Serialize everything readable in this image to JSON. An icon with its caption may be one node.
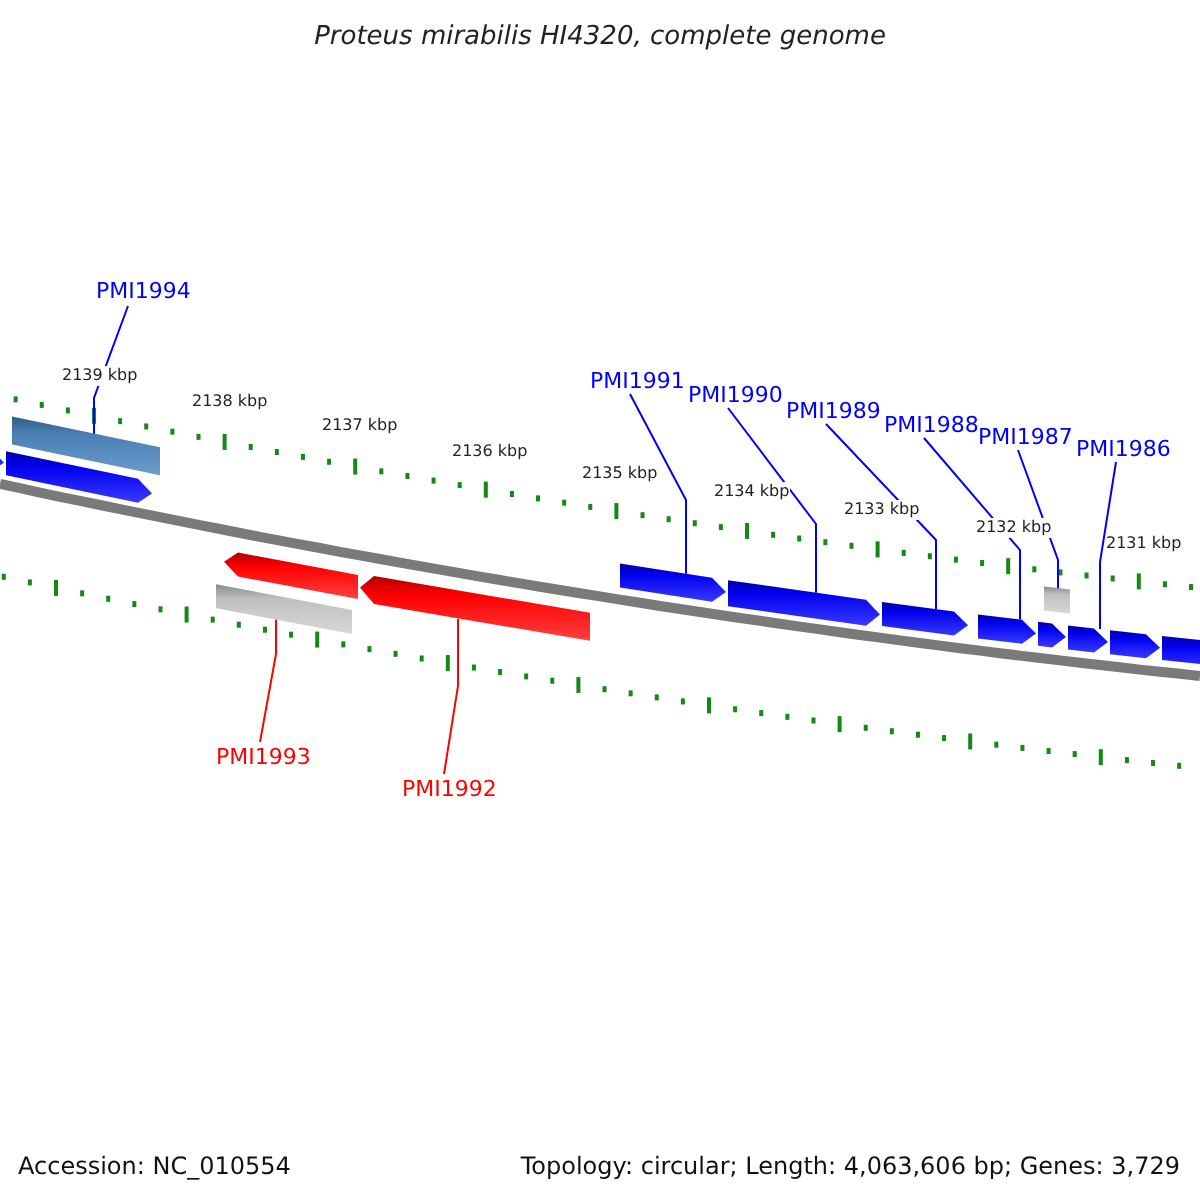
{
  "diagram": {
    "title": "Proteus mirabilis HI4320, complete genome",
    "nodes": [
      {
        "text": [
          "PMI1994"
        ]
      },
      {
        "text": [
          "PMI1993"
        ]
      },
      {
        "text": [
          "PMI1992"
        ]
      },
      {
        "text": [
          "PMI1991"
        ]
      },
      {
        "text": [
          "PMI1990"
        ]
      },
      {
        "text": [
          "PMI1989"
        ]
      },
      {
        "text": [
          "PMI1988"
        ]
      },
      {
        "text": [
          "PMI1987"
        ]
      },
      {
        "text": [
          "PMI1986"
        ]
      },
      {
        "text": [],
        "shape": "bar"
      },
      {
        "text": [],
        "shape": "arrow"
      },
      {
        "text": [],
        "shape": "arrow"
      },
      {
        "text": [],
        "shape": "bar"
      },
      {
        "text": [],
        "shape": "arrow"
      },
      {
        "text": [],
        "shape": "arrow"
      },
      {
        "text": [],
        "shape": "arrow"
      },
      {
        "text": [],
        "shape": "arrow"
      },
      {
        "text": [],
        "shape": "arrow"
      },
      {
        "text": [],
        "shape": "arrow"
      },
      {
        "text": [],
        "shape": "arrow"
      },
      {
        "text": [],
        "shape": "bar"
      },
      {
        "text": [],
        "shape": "arrow"
      },
      {
        "text": [],
        "shape": "arrow"
      },
      {
        "text": [],
        "shape": "arrow"
      }
    ],
    "edges": [
      {
        "from": 0,
        "to": 9,
        "arrow": "none"
      },
      {
        "from": 1,
        "to": 12,
        "arrow": "none",
        "color": "#ff0000"
      },
      {
        "from": 2,
        "to": 14,
        "arrow": "none",
        "color": "#ff0000"
      },
      {
        "from": 3,
        "to": 15,
        "arrow": "none"
      },
      {
        "from": 4,
        "to": 16,
        "arrow": "none"
      },
      {
        "from": 5,
        "to": 17,
        "arrow": "none"
      },
      {
        "from": 6,
        "to": 18,
        "arrow": "none"
      },
      {
        "from": 7,
        "to": 20,
        "arrow": "none"
      },
      {
        "from": 8,
        "to": 21,
        "arrow": "none"
      }
    ],
    "labels": [
      "2139 kbp",
      "2138 kbp",
      "2137 kbp",
      "2136 kbp",
      "2135 kbp",
      "2134 kbp",
      "2133 kbp",
      "2132 kbp",
      "2131 kbp",
      "Accession: NC_010554",
      "Topology: circular; Length: 4,063,606 bp; Genes: 3,729"
    ]
  }
}
